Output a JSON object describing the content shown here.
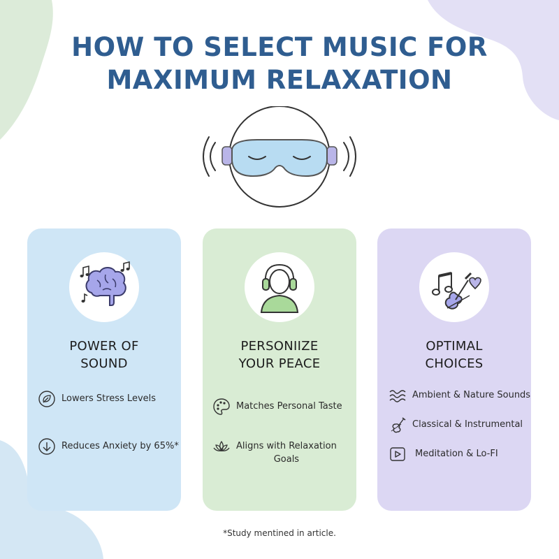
{
  "title": {
    "line1": "HOW TO SELECT MUSIC FOR",
    "line2": "MAXIMUM RELAXATION"
  },
  "colors": {
    "title": "#2f5d90",
    "card_blue": "#cfe6f6",
    "card_green": "#d9ecd4",
    "card_purple": "#dcd7f3"
  },
  "hero": {
    "icon": "sleep-mask-headphones-icon"
  },
  "cards": [
    {
      "icon": "brain-music-notes-icon",
      "title_line1": "POWER OF",
      "title_line2": "SOUND",
      "items": [
        {
          "icon": "leaf-circle-icon",
          "text": "Lowers Stress Levels"
        },
        {
          "icon": "arrow-down-circle-icon",
          "text": "Reduces Anxiety by 65%*"
        }
      ]
    },
    {
      "icon": "person-headphones-icon",
      "title_line1": "PERSONIIZE",
      "title_line2": "YOUR PEACE",
      "items": [
        {
          "icon": "palette-icon",
          "text": "Matches Personal Taste"
        },
        {
          "icon": "lotus-icon",
          "text_line1": "Aligns with Relaxation",
          "text_line2": "Goals"
        }
      ]
    },
    {
      "icon": "violin-note-heart-icon",
      "title_line1": "OPTIMAL",
      "title_line2": "CHOICES",
      "items": [
        {
          "icon": "waves-icon",
          "text": "Ambient & Nature Sounds"
        },
        {
          "icon": "violin-icon",
          "text": "Classical & Instrumental"
        },
        {
          "icon": "play-button-icon",
          "text": "Meditation & Lo-FI"
        }
      ]
    }
  ],
  "footnote": "*Study mentined in article."
}
